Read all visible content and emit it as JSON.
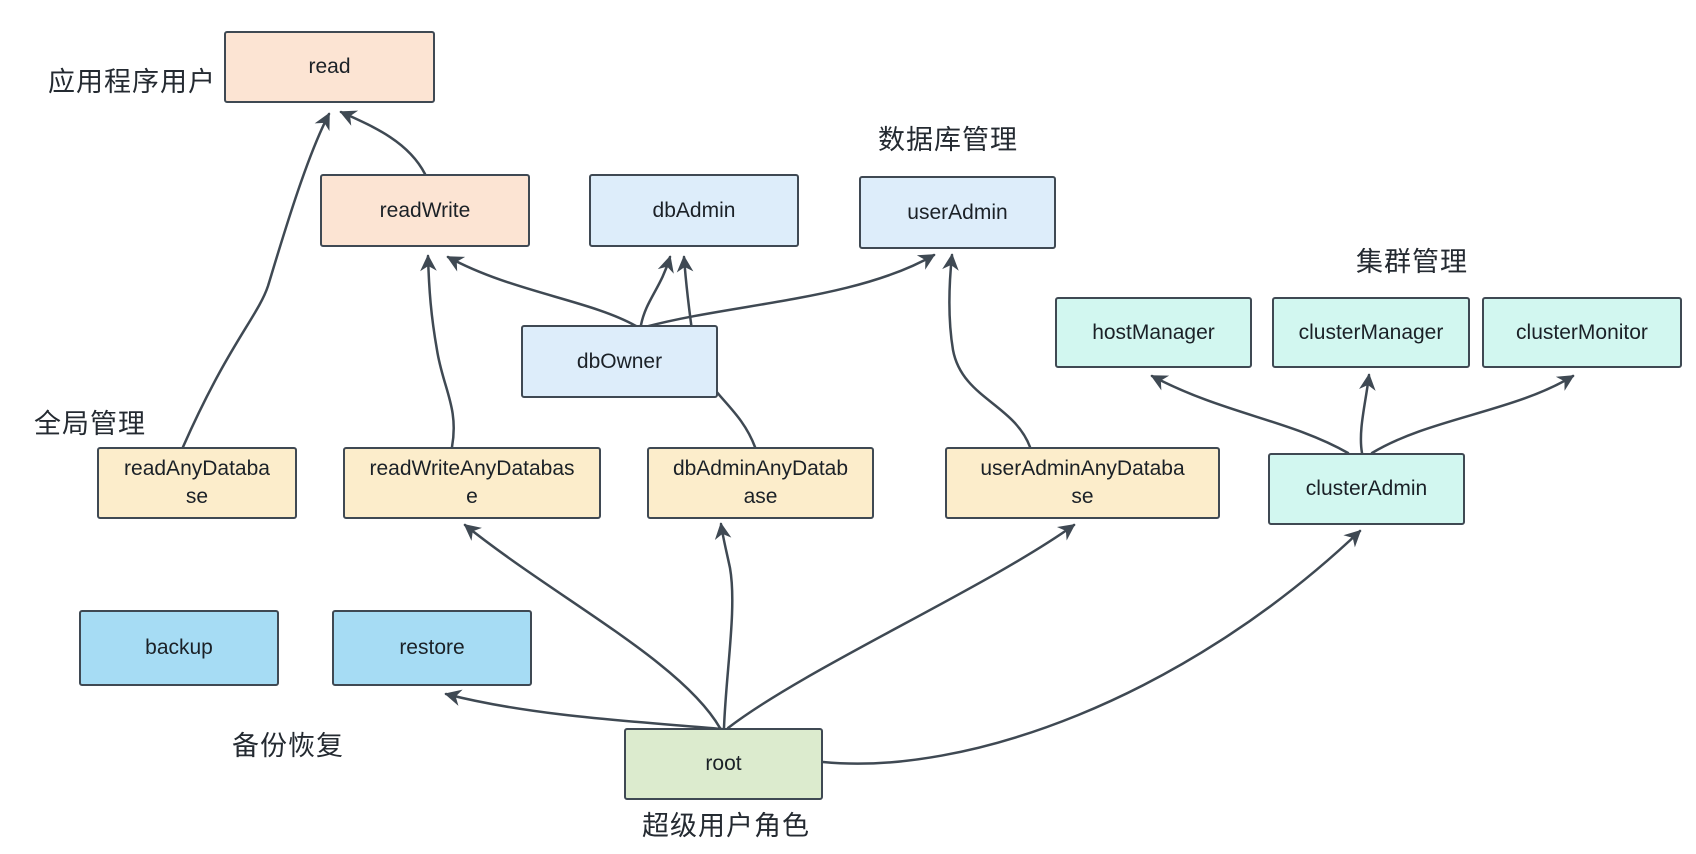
{
  "colors": {
    "stroke": "#3f4953",
    "node_border": "#3f4953",
    "peach": "#fce4d3",
    "light_blue": "#ddedfa",
    "cyan": "#d2f7f0",
    "wheat": "#fcedcb",
    "sky_blue": "#a6dcf4",
    "green": "#dcebce",
    "text": "#1b2127"
  },
  "labels": {
    "app_users": "应用程序用户",
    "db_mgmt": "数据库管理",
    "cluster_mgmt": "集群管理",
    "global_mgmt": "全局管理",
    "backup_restore": "备份恢复",
    "superuser": "超级用户角色"
  },
  "nodes": {
    "read": {
      "label": "read"
    },
    "readWrite": {
      "label": "readWrite"
    },
    "dbAdmin": {
      "label": "dbAdmin"
    },
    "userAdmin": {
      "label": "userAdmin"
    },
    "dbOwner": {
      "label": "dbOwner"
    },
    "hostManager": {
      "label": "hostManager"
    },
    "clusterManager": {
      "label": "clusterManager"
    },
    "clusterMonitor": {
      "label": "clusterMonitor"
    },
    "readAnyDatabase": {
      "label": "readAnyDatabase"
    },
    "readWriteAnyDatabase": {
      "label": "readWriteAnyDatabase"
    },
    "dbAdminAnyDatabase": {
      "label": "dbAdminAnyDatabase"
    },
    "userAdminAnyDatabase": {
      "label": "userAdminAnyDatabase"
    },
    "clusterAdmin": {
      "label": "clusterAdmin"
    },
    "backup": {
      "label": "backup"
    },
    "restore": {
      "label": "restore"
    },
    "root": {
      "label": "root"
    }
  },
  "edges": [
    {
      "from": "readWrite",
      "to": "read"
    },
    {
      "from": "readAnyDatabase",
      "to": "read"
    },
    {
      "from": "readWriteAnyDatabase",
      "to": "readWrite"
    },
    {
      "from": "dbOwner",
      "to": "readWrite"
    },
    {
      "from": "dbOwner",
      "to": "dbAdmin"
    },
    {
      "from": "dbAdminAnyDatabase",
      "to": "dbAdmin"
    },
    {
      "from": "dbOwner",
      "to": "userAdmin"
    },
    {
      "from": "userAdminAnyDatabase",
      "to": "userAdmin"
    },
    {
      "from": "clusterAdmin",
      "to": "hostManager"
    },
    {
      "from": "clusterAdmin",
      "to": "clusterManager"
    },
    {
      "from": "clusterAdmin",
      "to": "clusterMonitor"
    },
    {
      "from": "root",
      "to": "restore"
    },
    {
      "from": "root",
      "to": "readWriteAnyDatabase"
    },
    {
      "from": "root",
      "to": "dbAdminAnyDatabase"
    },
    {
      "from": "root",
      "to": "userAdminAnyDatabase"
    },
    {
      "from": "root",
      "to": "clusterAdmin"
    }
  ]
}
